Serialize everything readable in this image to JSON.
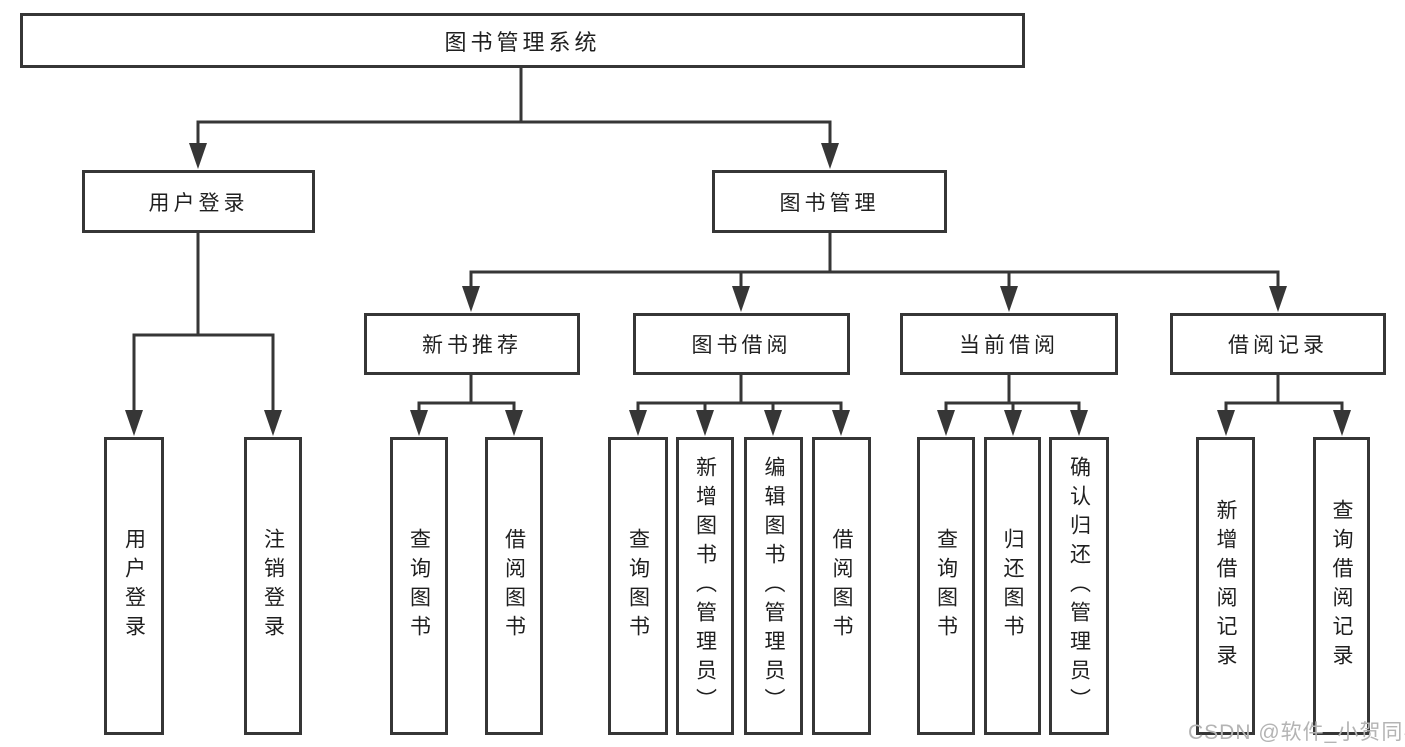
{
  "diagram": {
    "root": {
      "label": "图书管理系统"
    },
    "branches": {
      "user_login": {
        "label": "用户登录",
        "children": {
          "login": {
            "label": "用户登录"
          },
          "logout": {
            "label": "注销登录"
          }
        }
      },
      "book_management": {
        "label": "图书管理",
        "children": {
          "new_book_recommend": {
            "label": "新书推荐",
            "children": {
              "query_book": {
                "label": "查询图书"
              },
              "borrow_book": {
                "label": "借阅图书"
              }
            }
          },
          "book_borrow": {
            "label": "图书借阅",
            "children": {
              "query_book": {
                "label": "查询图书"
              },
              "add_book": {
                "label": "新增图书（管理员）"
              },
              "edit_book": {
                "label": "编辑图书（管理员）"
              },
              "borrow_book": {
                "label": "借阅图书"
              }
            }
          },
          "current_borrow": {
            "label": "当前借阅",
            "children": {
              "query_book": {
                "label": "查询图书"
              },
              "return_book": {
                "label": "归还图书"
              },
              "confirm_return": {
                "label": "确认归还（管理员）"
              }
            }
          },
          "borrow_records": {
            "label": "借阅记录",
            "children": {
              "add_record": {
                "label": "新增借阅记录"
              },
              "query_record": {
                "label": "查询借阅记录"
              }
            }
          }
        }
      }
    },
    "watermark": "CSDN @软件_小贺同学",
    "colors": {
      "line": "#363636",
      "text": "#1f1f1f",
      "box_bg": "#ffffff",
      "page_bg": "#ffffff",
      "watermark": "#b4b4b4"
    }
  }
}
